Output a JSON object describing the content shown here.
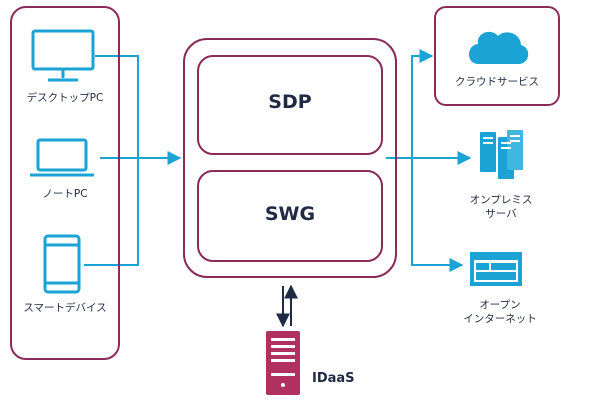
{
  "devices": [
    {
      "label": "デスクトップPC",
      "icon": "desktop-monitor-icon"
    },
    {
      "label": "ノートPC",
      "icon": "laptop-icon"
    },
    {
      "label": "スマートデバイス",
      "icon": "smartphone-icon"
    }
  ],
  "core": {
    "sdp_label": "SDP",
    "swg_label": "SWG"
  },
  "idaas": {
    "label": "IDaaS",
    "icon": "server-tower-icon"
  },
  "targets": [
    {
      "label": "クラウドサービス",
      "icon": "cloud-icon"
    },
    {
      "label_line1": "オンプレミス",
      "label_line2": "サーバ",
      "icon": "server-rack-icon"
    },
    {
      "label_line1": "オープン",
      "label_line2": "インターネット",
      "icon": "browser-window-icon"
    }
  ],
  "colors": {
    "accent_border": "#8a2b5a",
    "connector": "#1aa3d4",
    "icon_blue": "#1aa3d4",
    "idaas_icon": "#b0305e"
  }
}
